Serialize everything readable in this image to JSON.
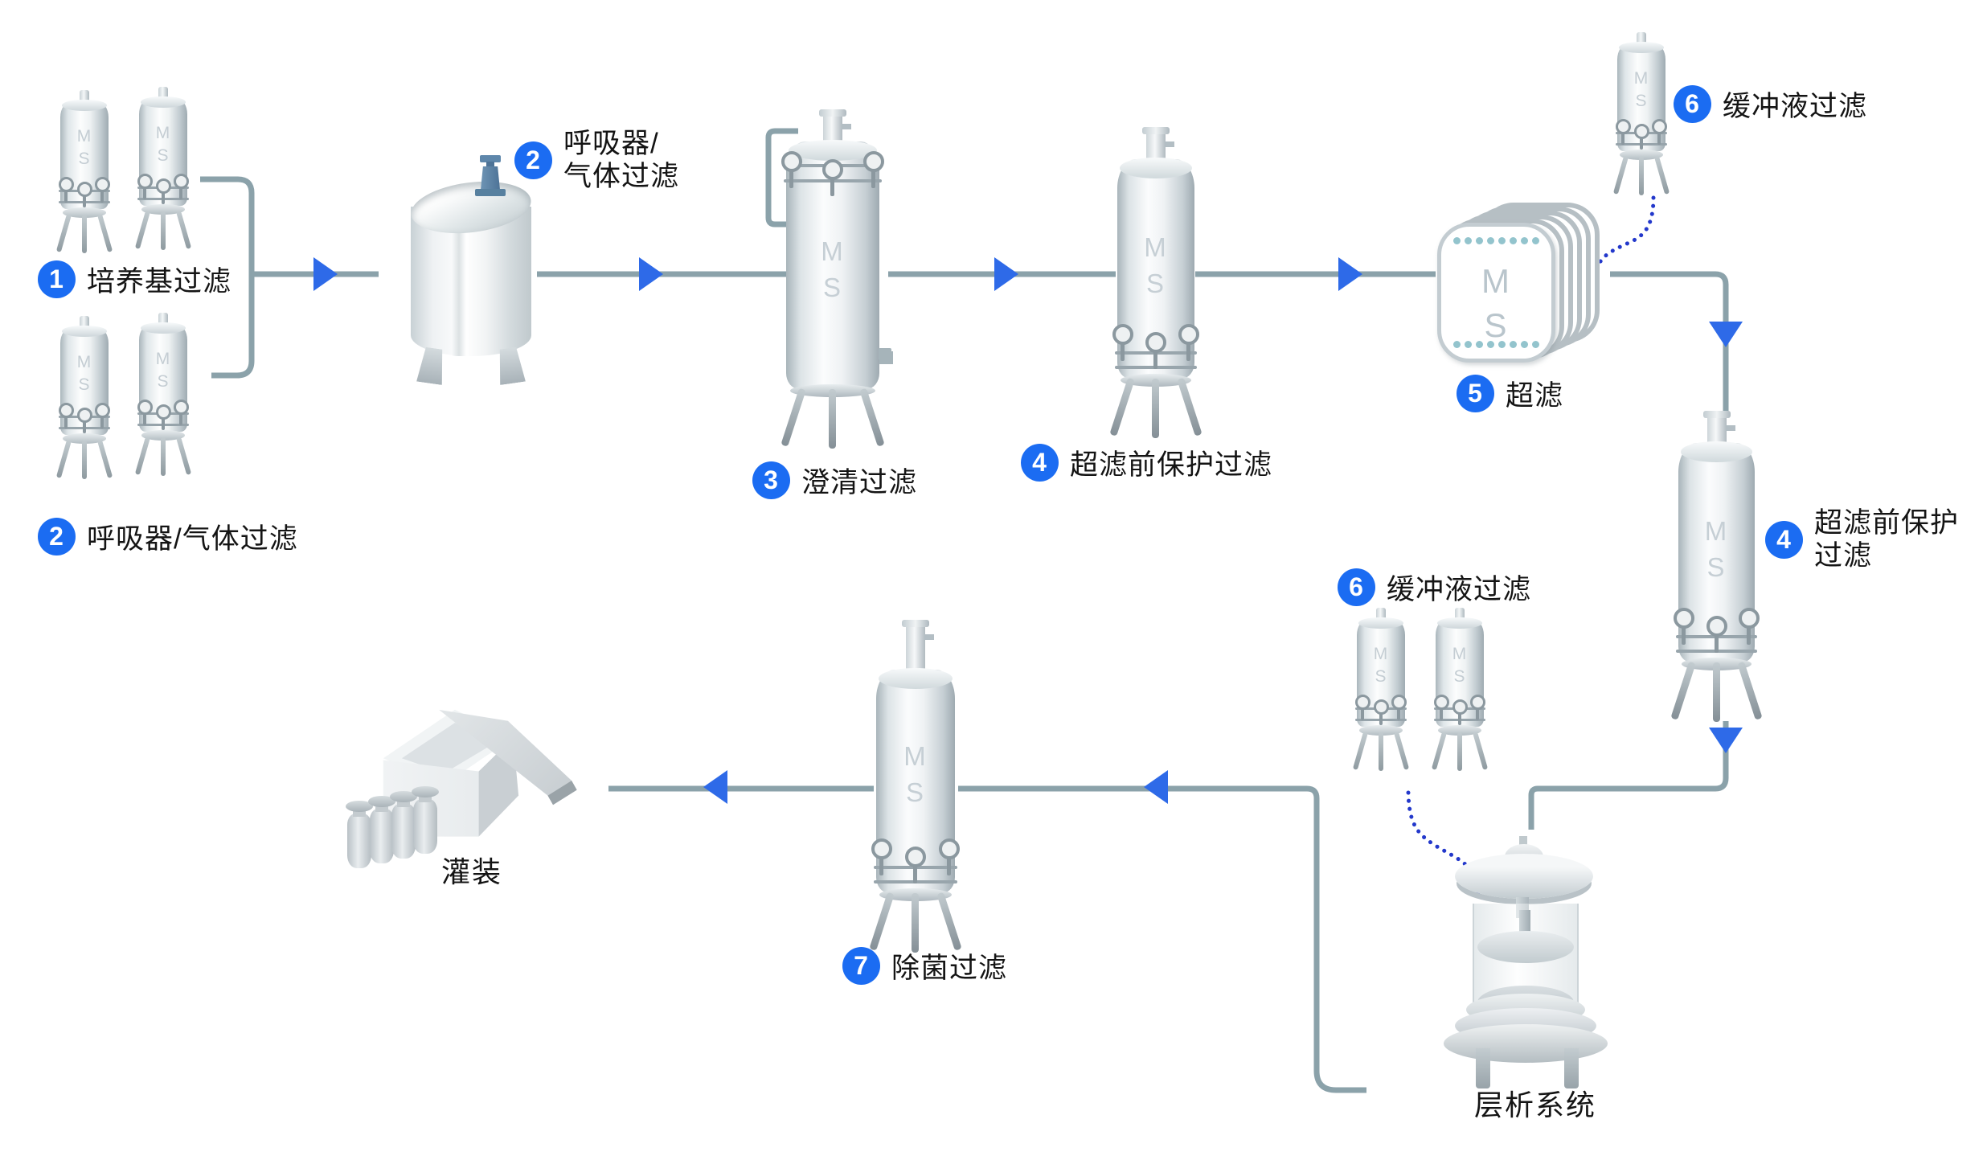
{
  "steps": {
    "s1": {
      "num": "1",
      "label": "培养基过滤"
    },
    "s2_group": {
      "num": "2",
      "label": "呼吸器/气体过滤"
    },
    "s2_tank": {
      "num": "2",
      "line1": "呼吸器/",
      "line2": "气体过滤"
    },
    "s3": {
      "num": "3",
      "label": "澄清过滤"
    },
    "s4": {
      "num": "4",
      "label": "超滤前保护过滤"
    },
    "s5": {
      "num": "5",
      "label": "超滤"
    },
    "s6_top": {
      "num": "6",
      "label": "缓冲液过滤"
    },
    "s4_right": {
      "num": "4",
      "line1": "超滤前保护",
      "line2": "过滤"
    },
    "s6_mid": {
      "num": "6",
      "label": "缓冲液过滤"
    },
    "s7": {
      "num": "7",
      "label": "除菌过滤"
    }
  },
  "standalone_labels": {
    "filling": "灌装",
    "chromatography": "层析系统"
  },
  "vessel_mark": {
    "m": "M",
    "s": "S"
  },
  "icons": {
    "flow_arrow": "arrow-icon",
    "dotted_link": "dotted-connector"
  },
  "colors": {
    "badge_blue": "#1b6cf2",
    "arrow_blue": "#2e6ae8",
    "pipe_gray": "#8ba2aa",
    "dotted_blue": "#2338cb",
    "valve_blue": "#53799c",
    "vessel_mark_gray": "#c6cfd5"
  }
}
